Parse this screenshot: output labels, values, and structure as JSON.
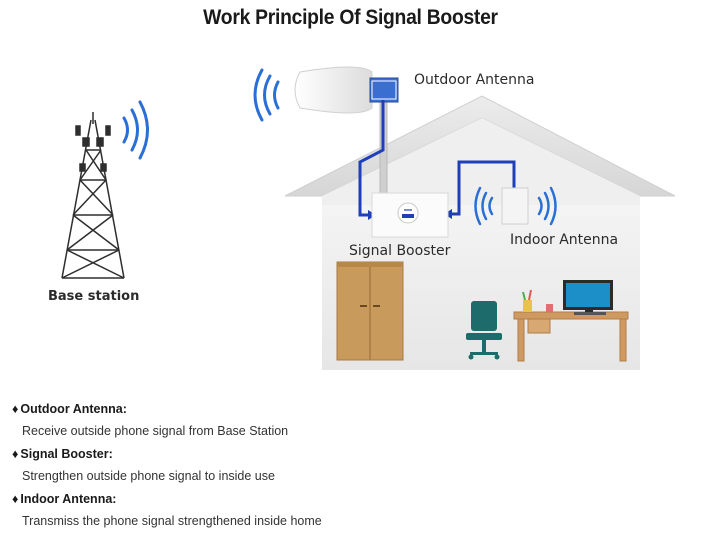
{
  "title": "Work Principle Of Signal Booster",
  "labels": {
    "outdoor_antenna": "Outdoor Antenna",
    "signal_booster": "Signal Booster",
    "indoor_antenna": "Indoor Antenna",
    "base_station": "Base station"
  },
  "descriptions": [
    {
      "heading": "Outdoor Antenna:",
      "text": "Receive outside phone signal from Base Station"
    },
    {
      "heading": "Signal Booster:",
      "text": "Strengthen outside phone signal to inside use"
    },
    {
      "heading": "Indoor Antenna:",
      "text": "Transmiss the phone signal strengthened inside home"
    }
  ],
  "bullet": "♦",
  "colors": {
    "wave": "#2a6fd6",
    "cable": "#1f3fb8",
    "house_wall": "#f0f0f0",
    "roof": "#e2e2e2",
    "wardrobe": "#c89a5c",
    "desk": "#cf9a62",
    "chair": "#1e6b6b",
    "monitor": "#1c8fc9"
  }
}
